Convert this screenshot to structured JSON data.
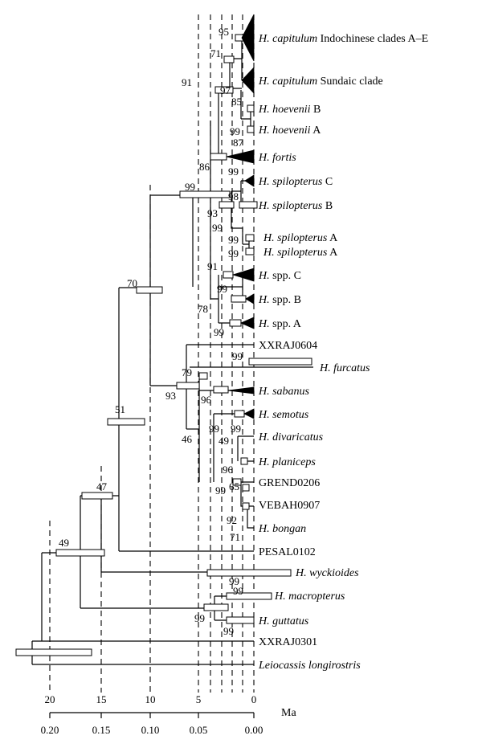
{
  "tips": [
    {
      "parts": [
        {
          "t": "H. capitulum",
          "i": true
        },
        {
          "t": " Indochinese clades A–E",
          "i": false
        }
      ]
    },
    {
      "parts": [
        {
          "t": "H. capitulum",
          "i": true
        },
        {
          "t": " Sundaic clade",
          "i": false
        }
      ]
    },
    {
      "parts": [
        {
          "t": "H. hoevenii",
          "i": true
        },
        {
          "t": " B",
          "i": false
        }
      ]
    },
    {
      "parts": [
        {
          "t": "H. hoevenii",
          "i": true
        },
        {
          "t": " A",
          "i": false
        }
      ]
    },
    {
      "parts": [
        {
          "t": "H. fortis",
          "i": true
        }
      ]
    },
    {
      "parts": [
        {
          "t": "H. spilopterus",
          "i": true
        },
        {
          "t": " C",
          "i": false
        }
      ]
    },
    {
      "parts": [
        {
          "t": "H. spilopterus",
          "i": true
        },
        {
          "t": " B",
          "i": false
        }
      ]
    },
    {
      "parts": [
        {
          "t": "H. spilopterus",
          "i": true
        },
        {
          "t": " A",
          "i": false
        }
      ]
    },
    {
      "parts": [
        {
          "t": "H. spilopterus",
          "i": true
        },
        {
          "t": " A",
          "i": false
        }
      ]
    },
    {
      "parts": [
        {
          "t": "H.",
          "i": true
        },
        {
          "t": " spp. C",
          "i": false
        }
      ]
    },
    {
      "parts": [
        {
          "t": "H.",
          "i": true
        },
        {
          "t": " spp. B",
          "i": false
        }
      ]
    },
    {
      "parts": [
        {
          "t": "H.",
          "i": true
        },
        {
          "t": " spp. A",
          "i": false
        }
      ]
    },
    {
      "parts": [
        {
          "t": "XXRAJ0604",
          "i": false
        }
      ]
    },
    {
      "parts": [
        {
          "t": "H. furcatus",
          "i": true
        }
      ]
    },
    {
      "parts": [
        {
          "t": "H. sabanus",
          "i": true
        }
      ]
    },
    {
      "parts": [
        {
          "t": "H. semotus",
          "i": true
        }
      ]
    },
    {
      "parts": [
        {
          "t": "H. divaricatus",
          "i": true
        }
      ]
    },
    {
      "parts": [
        {
          "t": "H. planiceps",
          "i": true
        }
      ]
    },
    {
      "parts": [
        {
          "t": "GREND0206",
          "i": false
        }
      ]
    },
    {
      "parts": [
        {
          "t": "VEBAH0907",
          "i": false
        }
      ]
    },
    {
      "parts": [
        {
          "t": "H. bongan",
          "i": true
        }
      ]
    },
    {
      "parts": [
        {
          "t": "PESAL0102",
          "i": false
        }
      ]
    },
    {
      "parts": [
        {
          "t": "H. wyckioides",
          "i": true
        }
      ]
    },
    {
      "parts": [
        {
          "t": "H. macropterus",
          "i": true
        }
      ]
    },
    {
      "parts": [
        {
          "t": "H. guttatus",
          "i": true
        }
      ]
    },
    {
      "parts": [
        {
          "t": "XXRAJ0301",
          "i": false
        }
      ]
    },
    {
      "parts": [
        {
          "t": "Leiocassis longirostris",
          "i": true
        }
      ]
    }
  ],
  "support_values": [
    "95",
    "71",
    "91",
    "97",
    "85",
    "99",
    "87",
    "86",
    "99",
    "99",
    "98",
    "93",
    "99",
    "99",
    "99",
    "91",
    "99",
    "78",
    "99",
    "99",
    "79",
    "93",
    "96",
    "46",
    "99",
    "99",
    "49",
    "96",
    "65",
    "99",
    "92",
    "71",
    "70",
    "51",
    "47",
    "49",
    "99",
    "99",
    "99",
    "99"
  ],
  "axis": {
    "unit_label": "Ma",
    "ma_ticks": [
      "20",
      "15",
      "10",
      "5",
      "0"
    ],
    "rate_ticks": [
      "0.20",
      "0.15",
      "0.10",
      "0.05",
      "0.00"
    ]
  }
}
